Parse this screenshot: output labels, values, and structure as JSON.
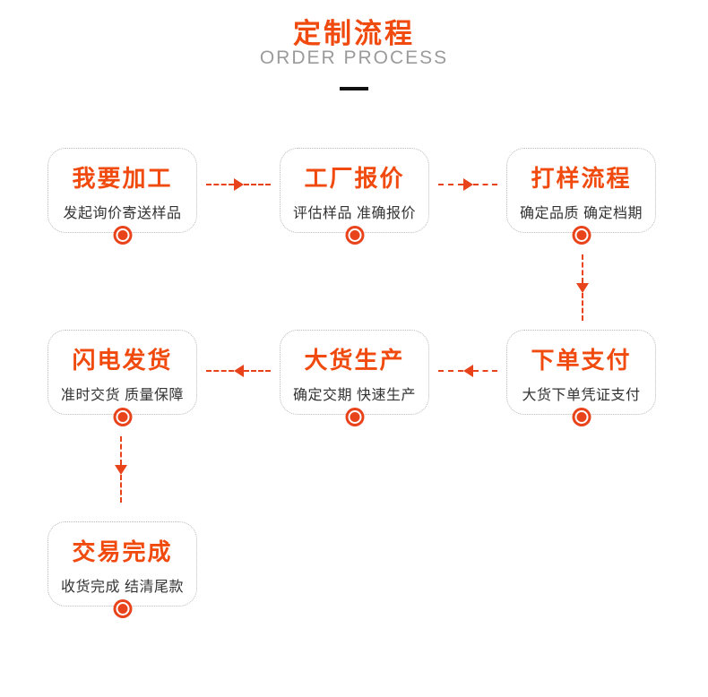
{
  "header": {
    "title": "定制流程",
    "subtitle": "ORDER PROCESS"
  },
  "colors": {
    "accent_orange": "#f04a0e",
    "arrow_orange": "#e8431a",
    "body_text": "#333333",
    "subtitle_gray": "#9b9b9b",
    "card_border_gray": "#b9b9b9",
    "divider_black": "#111111"
  },
  "steps": [
    {
      "title": "我要加工",
      "desc": "发起询价寄送样品"
    },
    {
      "title": "工厂报价",
      "desc": "评估样品 准确报价"
    },
    {
      "title": "打样流程",
      "desc": "确定品质 确定档期"
    },
    {
      "title": "下单支付",
      "desc": "大货下单凭证支付"
    },
    {
      "title": "大货生产",
      "desc": "确定交期 快速生产"
    },
    {
      "title": "闪电发货",
      "desc": "准时交货 质量保障"
    },
    {
      "title": "交易完成",
      "desc": "收货完成 结清尾款"
    }
  ]
}
